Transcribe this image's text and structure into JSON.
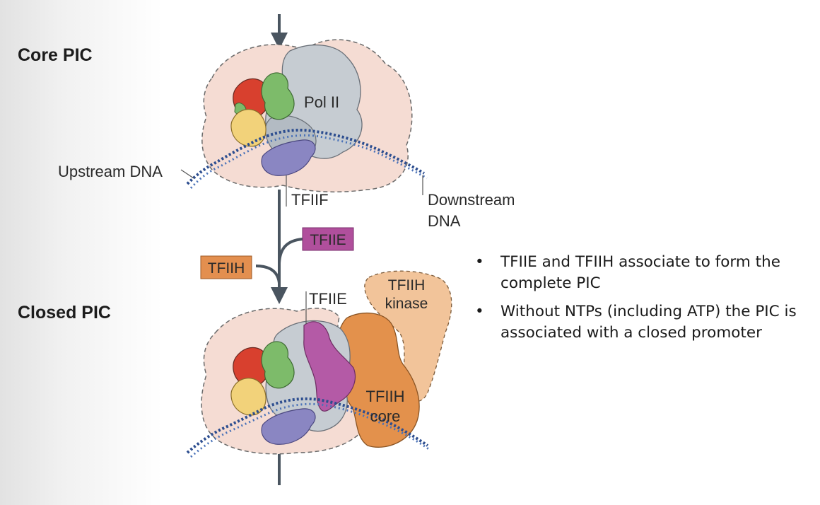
{
  "labels": {
    "core_pic": "Core PIC",
    "closed_pic": "Closed PIC",
    "pol2": "Pol II",
    "upstream_dna": "Upstream DNA",
    "downstream_dna_line1": "Downstream",
    "downstream_dna_line2": "DNA",
    "tfiif": "TFIIF",
    "tfiie_box": "TFIIE",
    "tfiih_box": "TFIIH",
    "tfiie": "TFIIE",
    "tfiih_kinase_line1": "TFIIH",
    "tfiih_kinase_line2": "kinase",
    "tfiih_core_line1": "TFIIH",
    "tfiih_core_line2": "core"
  },
  "bullets": [
    {
      "marker": "•",
      "text": "TFIIE and TFIIH associate to form the complete PIC"
    },
    {
      "marker": "•",
      "text": "Without NTPs (including ATP) the PIC is associated with a closed promoter"
    }
  ],
  "colors": {
    "pink_halo": "#f5dcd3",
    "pol2_gray": "#c6ccd2",
    "pol2_dark": "#a9b1b9",
    "red": "#d8402e",
    "green": "#7dbb6a",
    "yellow": "#f2d27a",
    "purple": "#8a86c2",
    "magenta": "#b45aa6",
    "orange_core": "#e3914c",
    "peach_kinase": "#f2c49a",
    "dna_blue": "#2c4d8f",
    "arrow": "#4a5560",
    "tfiie_box": "#b04f9c",
    "tfiih_box": "#e38f4f"
  }
}
